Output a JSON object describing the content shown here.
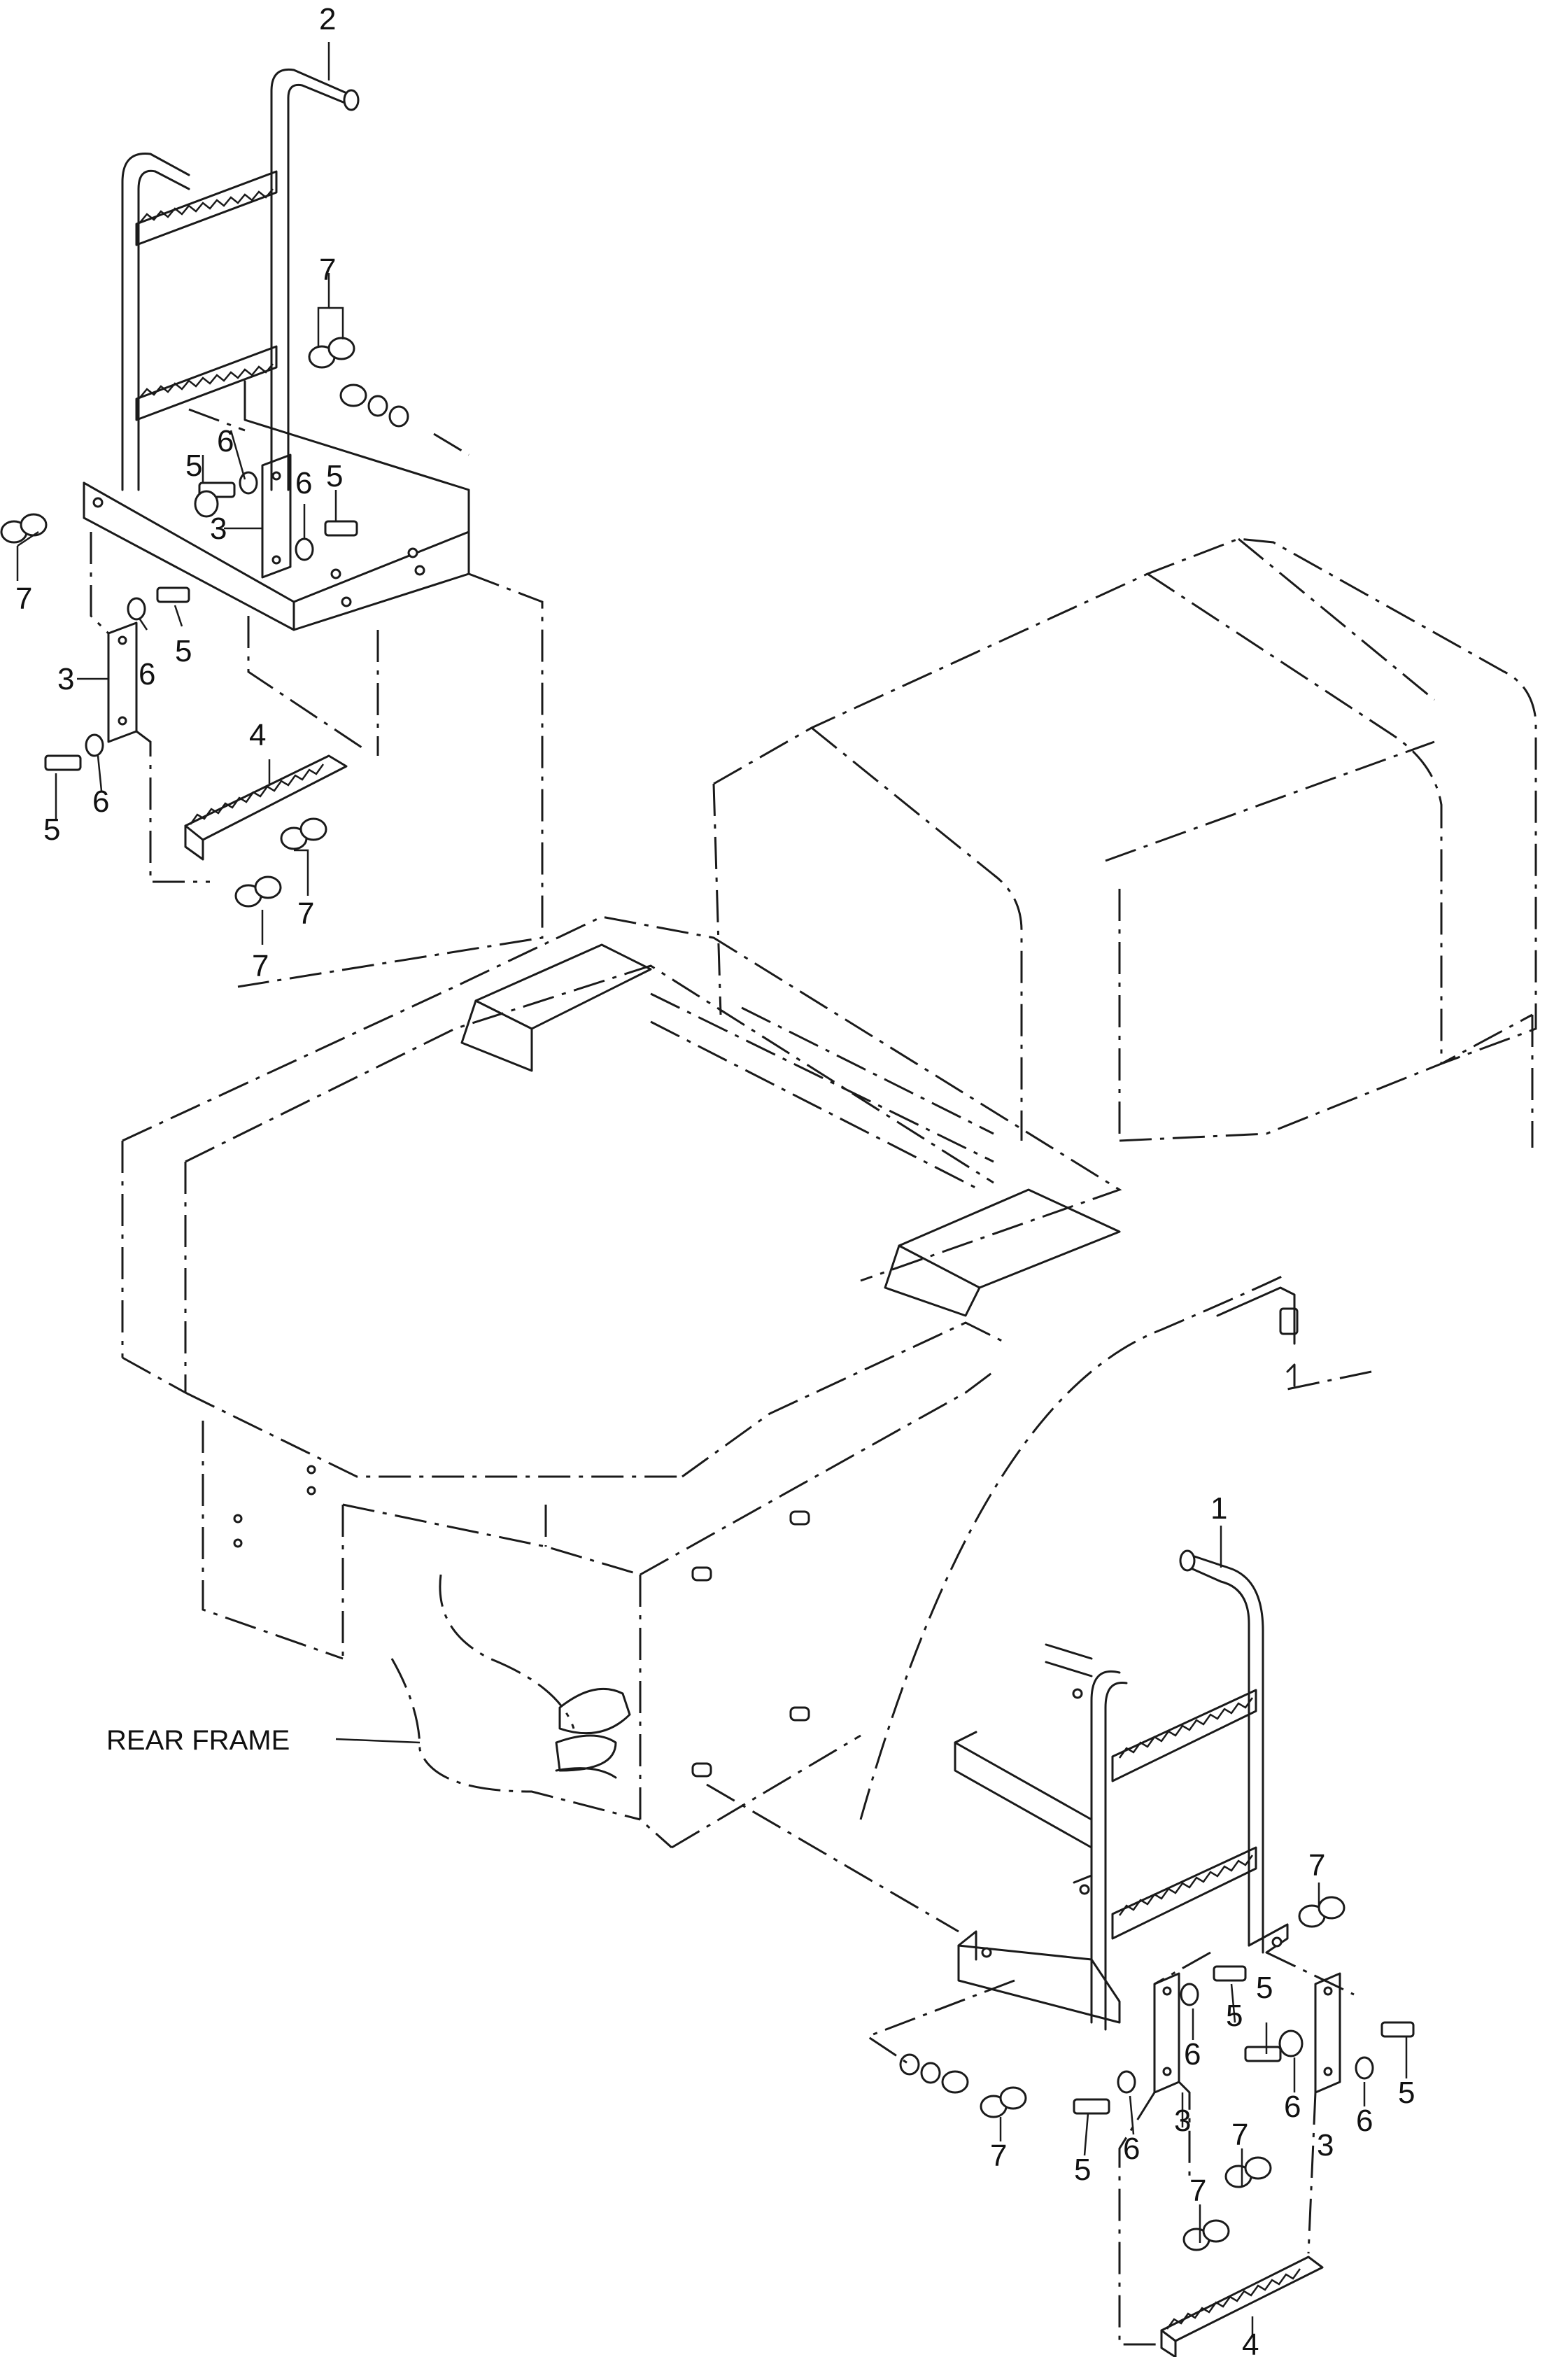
{
  "callouts": {
    "c1": "1",
    "c2": "2",
    "c3": "3",
    "c4": "4",
    "c5": "5",
    "c6": "6",
    "c7": "7"
  },
  "labels": {
    "rear_frame": "REAR FRAME"
  }
}
